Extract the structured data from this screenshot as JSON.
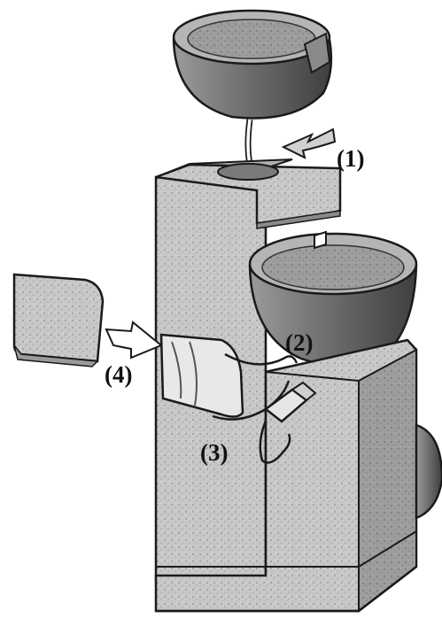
{
  "callouts": [
    {
      "id": "1",
      "text": "(1)"
    },
    {
      "id": "2",
      "text": "(2)"
    },
    {
      "id": "3",
      "text": "(3)"
    },
    {
      "id": "4",
      "text": "(4)"
    }
  ],
  "colors": {
    "stone_light": "#d9d9d9",
    "stone_mid": "#b3b3b3",
    "stone_dark": "#8c8c8c",
    "outline": "#1a1a1a",
    "bowl_inner": "#7a7a7a",
    "pump": "#e6e6e6"
  }
}
